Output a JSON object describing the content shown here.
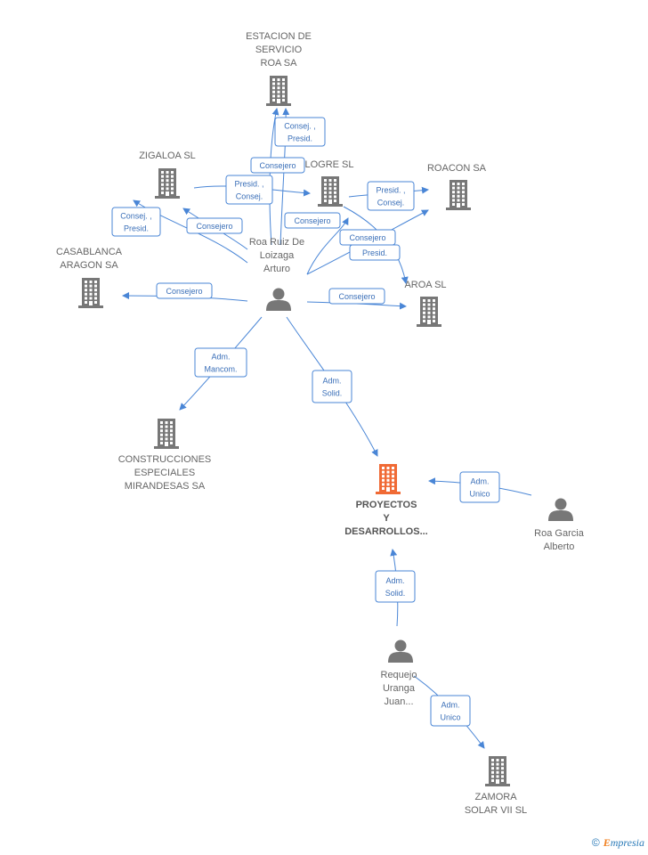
{
  "colors": {
    "company": "#777777",
    "focus_company": "#f06a35",
    "person": "#777777",
    "edge": "#4a86d6",
    "edge_text": "#3a6fb8"
  },
  "nodes": [
    {
      "id": "estacion",
      "kind": "company",
      "icon": "building-icon",
      "lines": [
        "ESTACION DE",
        "SERVICIO",
        "ROA SA"
      ]
    },
    {
      "id": "zigaloa",
      "kind": "company",
      "icon": "building-icon",
      "lines": [
        "ZIGALOA SL"
      ]
    },
    {
      "id": "logre",
      "kind": "company",
      "icon": "building-icon",
      "lines": [
        "LOGRE  SL"
      ]
    },
    {
      "id": "roacon",
      "kind": "company",
      "icon": "building-icon",
      "lines": [
        "ROACON SA"
      ]
    },
    {
      "id": "casablanca",
      "kind": "company",
      "icon": "building-icon",
      "lines": [
        "CASABLANCA",
        "ARAGON SA"
      ]
    },
    {
      "id": "aroa",
      "kind": "company",
      "icon": "building-icon",
      "lines": [
        "AROA SL"
      ]
    },
    {
      "id": "construcciones",
      "kind": "company",
      "icon": "building-icon",
      "lines": [
        "CONSTRUCCIONES",
        "ESPECIALES",
        "MIRANDESAS SA"
      ]
    },
    {
      "id": "proyectos",
      "kind": "focus",
      "icon": "building-icon",
      "lines": [
        "PROYECTOS",
        "Y",
        "DESARROLLOS..."
      ]
    },
    {
      "id": "roa_ruiz",
      "kind": "person",
      "icon": "person-icon",
      "lines": [
        "Roa Ruiz De",
        "Loizaga",
        "Arturo"
      ]
    },
    {
      "id": "roa_garcia",
      "kind": "person",
      "icon": "person-icon",
      "lines": [
        "Roa Garcia",
        "Alberto"
      ]
    },
    {
      "id": "requejo",
      "kind": "person",
      "icon": "person-icon",
      "lines": [
        "Requejo",
        "Uranga",
        "Juan..."
      ]
    },
    {
      "id": "zamora",
      "kind": "company",
      "icon": "building-icon",
      "lines": [
        "ZAMORA",
        "SOLAR VII SL"
      ]
    }
  ],
  "edges": [
    {
      "id": "e1",
      "lines": [
        "Consej. ,",
        "Presid."
      ]
    },
    {
      "id": "e2",
      "lines": [
        "Consejero"
      ]
    },
    {
      "id": "e3",
      "lines": [
        "Presid. ,",
        "Consej."
      ]
    },
    {
      "id": "e4",
      "lines": [
        "Consej. ,",
        "Presid."
      ]
    },
    {
      "id": "e5",
      "lines": [
        "Consejero"
      ]
    },
    {
      "id": "e6",
      "lines": [
        "Presid. ,",
        "Consej."
      ]
    },
    {
      "id": "e7",
      "lines": [
        "Consejero"
      ]
    },
    {
      "id": "e8",
      "lines": [
        "Consejero"
      ]
    },
    {
      "id": "e9",
      "lines": [
        "Presid."
      ]
    },
    {
      "id": "e10",
      "lines": [
        "Consejero"
      ]
    },
    {
      "id": "e11",
      "lines": [
        "Consejero"
      ]
    },
    {
      "id": "e12",
      "lines": [
        "Adm.",
        "Mancom."
      ]
    },
    {
      "id": "e13",
      "lines": [
        "Adm.",
        "Solid."
      ]
    },
    {
      "id": "e14",
      "lines": [
        "Adm.",
        "Unico"
      ]
    },
    {
      "id": "e15",
      "lines": [
        "Adm.",
        "Solid."
      ]
    },
    {
      "id": "e16",
      "lines": [
        "Adm.",
        "Unico"
      ]
    }
  ],
  "footer": {
    "copyright": "©",
    "brand_initial": "E",
    "brand_rest": "mpresia"
  }
}
